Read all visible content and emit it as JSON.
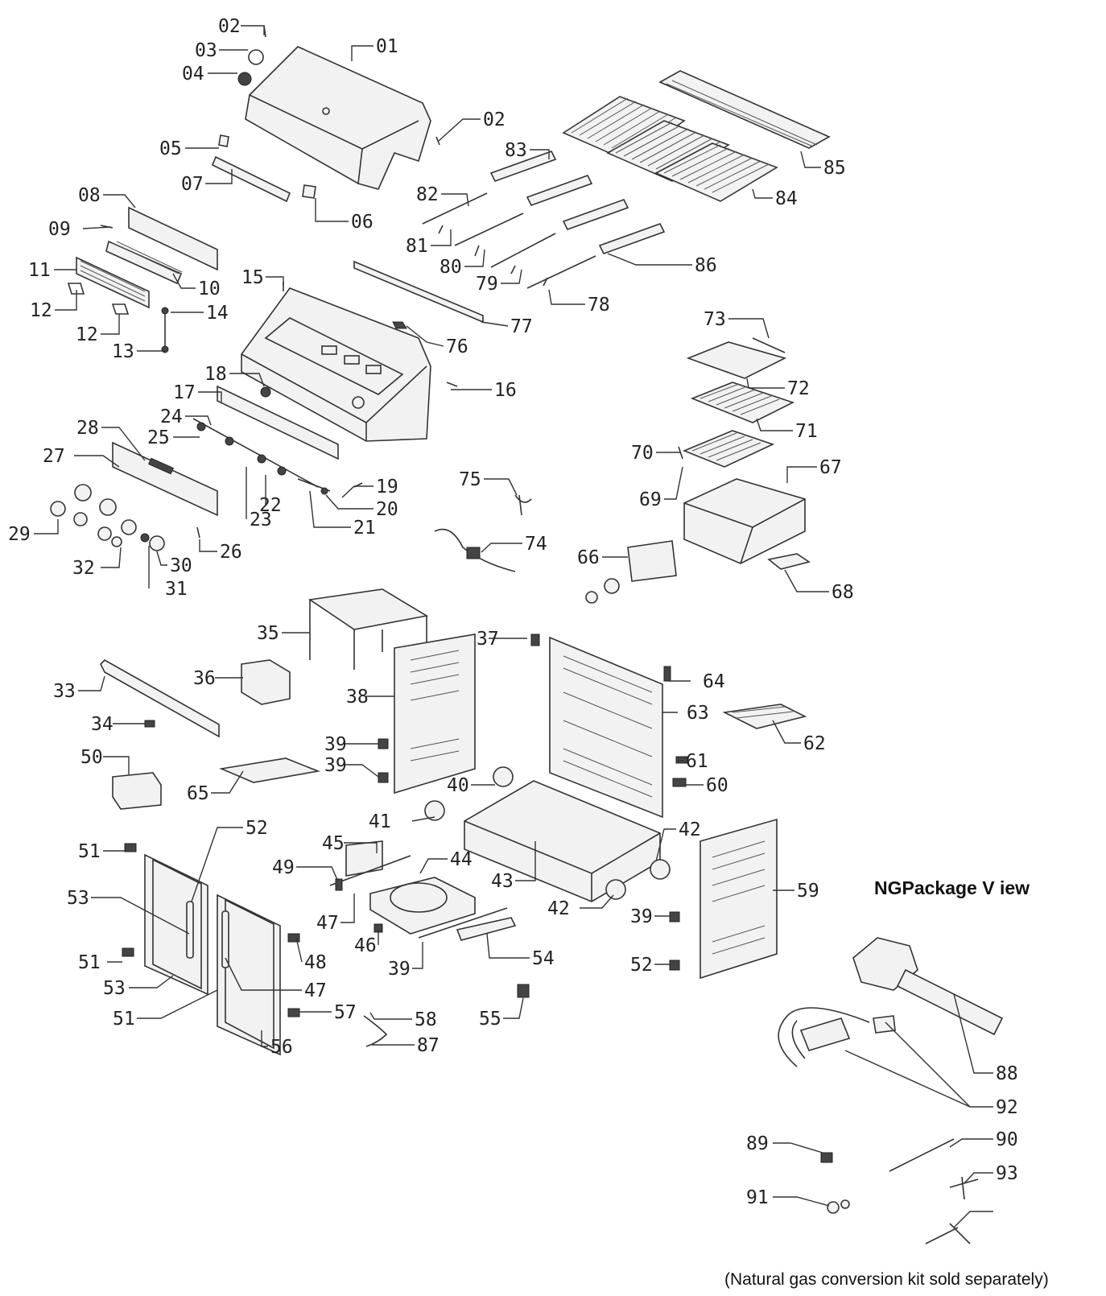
{
  "ng_package": {
    "title": "NGPackage V iew",
    "note": "(Natural gas conversion kit sold separately)"
  },
  "callouts": [
    {
      "name": "02"
    },
    {
      "name": "03"
    },
    {
      "name": "01"
    },
    {
      "name": "04"
    },
    {
      "name": "02"
    },
    {
      "name": "05"
    },
    {
      "name": "07"
    },
    {
      "name": "06"
    },
    {
      "name": "08"
    },
    {
      "name": "09"
    },
    {
      "name": "11"
    },
    {
      "name": "10"
    },
    {
      "name": "12"
    },
    {
      "name": "14"
    },
    {
      "name": "12"
    },
    {
      "name": "13"
    },
    {
      "name": "15"
    },
    {
      "name": "77"
    },
    {
      "name": "76"
    },
    {
      "name": "18"
    },
    {
      "name": "16"
    },
    {
      "name": "17"
    },
    {
      "name": "24"
    },
    {
      "name": "25"
    },
    {
      "name": "28"
    },
    {
      "name": "27"
    },
    {
      "name": "19"
    },
    {
      "name": "22"
    },
    {
      "name": "20"
    },
    {
      "name": "23"
    },
    {
      "name": "21"
    },
    {
      "name": "29"
    },
    {
      "name": "26"
    },
    {
      "name": "30"
    },
    {
      "name": "32"
    },
    {
      "name": "31"
    },
    {
      "name": "83"
    },
    {
      "name": "85"
    },
    {
      "name": "82"
    },
    {
      "name": "84"
    },
    {
      "name": "81"
    },
    {
      "name": "80"
    },
    {
      "name": "86"
    },
    {
      "name": "79"
    },
    {
      "name": "78"
    },
    {
      "name": "73"
    },
    {
      "name": "72"
    },
    {
      "name": "71"
    },
    {
      "name": "70"
    },
    {
      "name": "75"
    },
    {
      "name": "67"
    },
    {
      "name": "69"
    },
    {
      "name": "74"
    },
    {
      "name": "66"
    },
    {
      "name": "68"
    },
    {
      "name": "35"
    },
    {
      "name": "37"
    },
    {
      "name": "36"
    },
    {
      "name": "64"
    },
    {
      "name": "33"
    },
    {
      "name": "38"
    },
    {
      "name": "63"
    },
    {
      "name": "34"
    },
    {
      "name": "62"
    },
    {
      "name": "39"
    },
    {
      "name": "61"
    },
    {
      "name": "50"
    },
    {
      "name": "39"
    },
    {
      "name": "65"
    },
    {
      "name": "40"
    },
    {
      "name": "60"
    },
    {
      "name": "41"
    },
    {
      "name": "52"
    },
    {
      "name": "42"
    },
    {
      "name": "51"
    },
    {
      "name": "45"
    },
    {
      "name": "44"
    },
    {
      "name": "49"
    },
    {
      "name": "43"
    },
    {
      "name": "59"
    },
    {
      "name": "53"
    },
    {
      "name": "42"
    },
    {
      "name": "47"
    },
    {
      "name": "39"
    },
    {
      "name": "51"
    },
    {
      "name": "48"
    },
    {
      "name": "46"
    },
    {
      "name": "54"
    },
    {
      "name": "53"
    },
    {
      "name": "47"
    },
    {
      "name": "39"
    },
    {
      "name": "52"
    },
    {
      "name": "51"
    },
    {
      "name": "57"
    },
    {
      "name": "58"
    },
    {
      "name": "55"
    },
    {
      "name": "56"
    },
    {
      "name": "87"
    },
    {
      "name": "88"
    },
    {
      "name": "92"
    },
    {
      "name": "89"
    },
    {
      "name": "90"
    },
    {
      "name": "93"
    },
    {
      "name": "91"
    }
  ]
}
